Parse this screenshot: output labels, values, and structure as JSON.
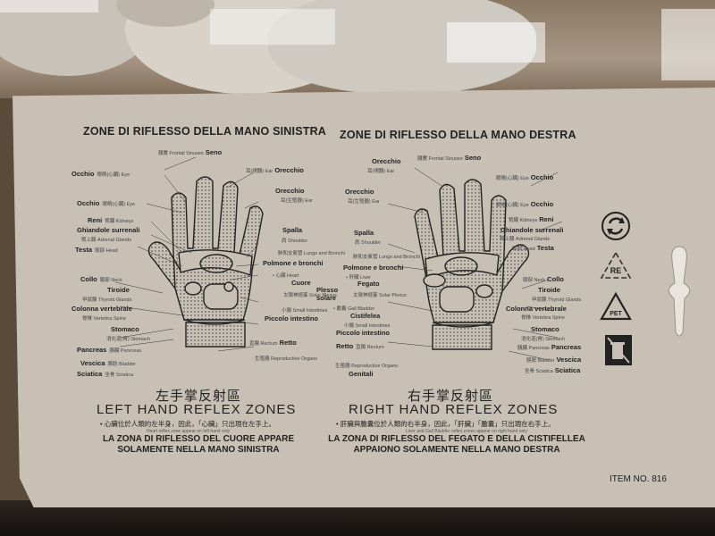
{
  "card": {
    "title_left": "ZONE DI RIFLESSO DELLA MANO SINISTRA",
    "title_right": "ZONE DI RIFLESSO DELLA MANO DESTRA",
    "left_cn": "左手掌反射區",
    "left_en": "LEFT HAND REFLEX ZONES",
    "right_cn": "右手掌反射區",
    "right_en": "RIGHT HAND REFLEX ZONES",
    "left_note_cn": "• 心臟位於人類的左半身，因此，「心臟」只出現在左手上。",
    "right_note_cn": "• 肝臟與膽囊位於人類的右半身，因此，「肝臟」「膽囊」只出現在右手上。",
    "left_note_tiny": "Heart reflex zone appear on left hand only",
    "right_note_tiny": "Liver and Gall Bladder reflex zones appear on right hand only",
    "left_note_it_1": "LA ZONA DI RIFLESSO DEL CUORE APPARE",
    "left_note_it_2": "SOLAMENTE NELLA MANO SINISTRA",
    "right_note_it_1": "LA ZONA DI RIFLESSO DEL FEGATO E DELLA CISTIFELLEA",
    "right_note_it_2": "APPAIONO SOLAMENTE NELLA MANO DESTRA",
    "item_no": "ITEM NO. 816"
  },
  "left_labels": {
    "seno": "Seno",
    "seno_sm": "額竇 Frontal Sinuses",
    "occhio1": "Occhio",
    "occhio1_sm": "眼睛(心臟) Eye",
    "orecchio1": "Orecchio",
    "orecchio1_sm": "耳(視聽) Ear",
    "occhio2": "Occhio",
    "occhio2_sm": "眼睛(心臟) Eye",
    "orecchio2": "Orecchio",
    "orecchio2_sm": "耳(生殖器) Ear",
    "reni": "Reni",
    "reni_sm": "腎臟 Kidneys",
    "ghiandole": "Ghiandole surrenali",
    "ghiandole_sm": "腎上腺 Adrenal Glands",
    "testa": "Testa",
    "testa_sm": "頭部 Head",
    "spalla": "Spalla",
    "spalla_sm": "肩 Shoulder",
    "polmone": "Polmone e bronchi",
    "polmone_sm": "肺和支氣管 Lungs and Bronchi",
    "collo": "Collo",
    "collo_sm": "頸部 Neck",
    "cuore": "Cuore",
    "cuore_sm": "• 心臟 Heart",
    "tiroide": "Tiroide",
    "tiroide_sm": "甲狀腺 Thyroid Glands",
    "plesso": "Plesso solare",
    "plesso_sm": "太陽神經叢 Solar Plexus",
    "colonna": "Colonna vertebrale",
    "colonna_sm": "脊椎 Vertebra Spine",
    "piccolo": "Piccolo intestino",
    "piccolo_sm": "小腸 Small Intestines",
    "stomaco": "Stomaco",
    "stomaco_sm": "消化道(胃) Stomach",
    "pancreas": "Pancreas",
    "pancreas_sm": "胰臟 Pancreas",
    "retto": "Retto",
    "retto_sm": "直腸 Rectum",
    "vescica": "Vescica",
    "vescica_sm": "膀胱 Bladder",
    "genitali_sm": "生殖器 Reproductive Organs",
    "sciatica": "Sciatica",
    "sciatica_sm": "坐骨 Sciatica"
  },
  "right_labels": {
    "seno": "Seno",
    "seno_sm": "額竇 Frontal Sinuses",
    "orecchio1": "Orecchio",
    "orecchio1_sm": "耳(視聽) Ear",
    "occhio1": "Occhio",
    "occhio1_sm": "眼睛(心臟) Eye",
    "orecchio2": "Orecchio",
    "orecchio2_sm": "耳(生殖器) Ear",
    "occhio2": "Occhio",
    "occhio2_sm": "眼睛(心臟) Eye",
    "reni": "Reni",
    "reni_sm": "腎臟 Kidneys",
    "spalla": "Spalla",
    "spalla_sm": "肩 Shoulder",
    "ghiandole": "Ghiandole surrenali",
    "ghiandole_sm": "腎上腺 Adrenal Glands",
    "testa": "Testa",
    "testa_sm": "頭部 Head",
    "polmone": "Polmone e bronchi",
    "polmone_sm": "肺和支氣管 Lungs and Bronchi",
    "fegato": "Fegato",
    "fegato_sm": "• 肝臟 Liver",
    "collo": "Collo",
    "collo_sm": "頸部 Neck",
    "tiroide": "Tiroide",
    "tiroide_sm": "甲狀腺 Thyroid Glands",
    "plesso": "Plesso solare",
    "plesso_sm": "太陽神經叢 Solar Plexus",
    "cistifelea": "Cistifelea",
    "cistifelea_sm": "• 膽囊 Gall Bladder",
    "colonna": "Colonna vertebrale",
    "colonna_sm": "脊椎 Vertebra Spine",
    "piccolo": "Piccolo intestino",
    "piccolo_sm": "小腸 Small Intestines",
    "stomaco": "Stomaco",
    "stomaco_sm": "消化道(胃) Stomach",
    "retto": "Retto",
    "retto_sm": "直腸 Rectum",
    "pancreas": "Pancreas",
    "pancreas_sm": "胰臟 Pancreas",
    "vescica": "Vescica",
    "vescica_sm": "膀胱 Bladder",
    "genitali": "Genitali",
    "genitali_sm": "生殖器 Reproductive Organs",
    "sciatica": "Sciatica",
    "sciatica_sm": "坐骨 Sciatica"
  },
  "icons": [
    "recycle-icon",
    "re-recycle-icon",
    "pet-recycle-icon",
    "trash-bin-icon"
  ],
  "colors": {
    "card": "#c8c0b5",
    "ink": "#222222"
  }
}
